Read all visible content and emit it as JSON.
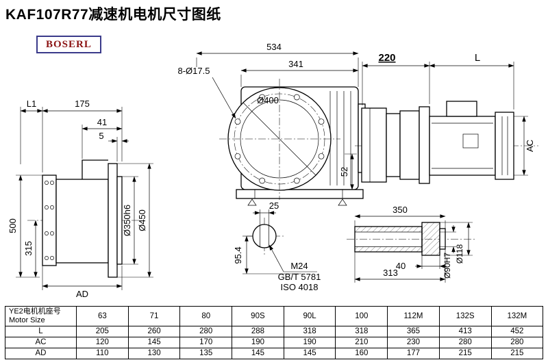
{
  "page": {
    "title": "KAF107R77减速机电机尺寸图纸",
    "brand": "BOSERL"
  },
  "dims": {
    "left": {
      "l1": "L1",
      "d175": "175",
      "d41": "41",
      "d5": "5",
      "d500": "500",
      "d315": "315",
      "d350": "Ø350h6",
      "d450": "Ø450",
      "ad": "AD"
    },
    "front": {
      "d534": "534",
      "d341": "341",
      "bolt": "8-Ø17.5",
      "d400": "Ø400",
      "d52": "52",
      "d25": "25",
      "d95": "95.4",
      "m24": "M24",
      "gbt": "GB/T 5781",
      "iso": "ISO 4018"
    },
    "right": {
      "d220": "220",
      "l": "L",
      "ac": "AC",
      "d350": "350",
      "d40": "40",
      "d313": "313",
      "d90": "Ø90H7",
      "d118": "Ø118"
    }
  },
  "table": {
    "header_cn": "YE2电机机座号",
    "header_en": "Motor Size",
    "sizes": [
      "63",
      "71",
      "80",
      "90S",
      "90L",
      "100",
      "112M",
      "132S",
      "132M"
    ],
    "rows": [
      {
        "label": "L",
        "values": [
          "205",
          "260",
          "280",
          "288",
          "318",
          "318",
          "365",
          "413",
          "452"
        ]
      },
      {
        "label": "AC",
        "values": [
          "120",
          "145",
          "170",
          "190",
          "190",
          "210",
          "230",
          "280",
          "280"
        ]
      },
      {
        "label": "AD",
        "values": [
          "110",
          "130",
          "135",
          "145",
          "145",
          "160",
          "177",
          "215",
          "215"
        ]
      }
    ]
  }
}
